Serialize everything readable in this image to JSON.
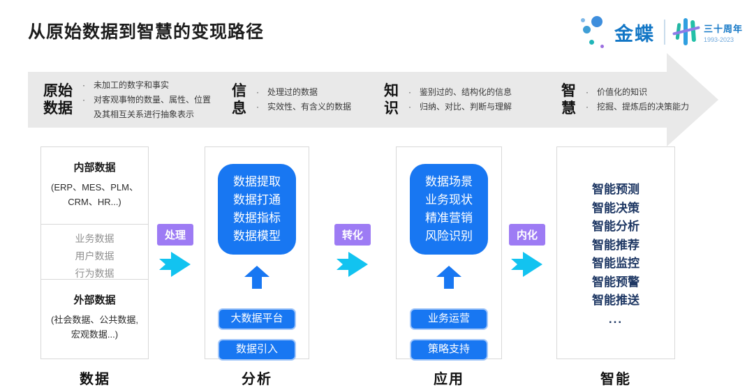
{
  "title": "从原始数据到智慧的变现路径",
  "logo": {
    "brand": "金蝶",
    "anniversary": "三十周年",
    "years": "1993-2023"
  },
  "banner": {
    "stages": [
      {
        "line1": "原始",
        "line2": "数据",
        "bullets": [
          "未加工的数字和事实",
          "对客观事物的数量、属性、位置及其相互关系进行抽象表示"
        ]
      },
      {
        "line1": "信",
        "line2": "息",
        "bullets": [
          "处理过的数据",
          "实效性、有含义的数据"
        ]
      },
      {
        "line1": "知",
        "line2": "识",
        "bullets": [
          "鉴别过的、结构化的信息",
          "归纳、对比、判断与理解"
        ]
      },
      {
        "line1": "智",
        "line2": "慧",
        "bullets": [
          "价值化的知识",
          "挖掘、提炼后的决策能力"
        ]
      }
    ]
  },
  "flow_arrows": [
    {
      "label": "处理"
    },
    {
      "label": "转化"
    },
    {
      "label": "内化"
    }
  ],
  "columns": {
    "data": {
      "internal_title": "内部数据",
      "internal_sub": "(ERP、MES、PLM、CRM、HR...)",
      "middle_items": [
        "业务数据",
        "用户数据",
        "行为数据"
      ],
      "external_title": "外部数据",
      "external_sub": "(社会数据、公共数据, 宏观数据...)",
      "footer": "数据"
    },
    "analysis": {
      "box_lines": [
        "数据提取",
        "数据打通",
        "数据指标",
        "数据模型"
      ],
      "buttons": [
        "大数据平台",
        "数据引入"
      ],
      "footer": "分析"
    },
    "application": {
      "box_lines": [
        "数据场景",
        "业务现状",
        "精准营销",
        "风险识别"
      ],
      "buttons": [
        "业务运营",
        "策略支持"
      ],
      "footer": "应用"
    },
    "intelligence": {
      "items": [
        "智能预测",
        "智能决策",
        "智能分析",
        "智能推荐",
        "智能监控",
        "智能预警",
        "智能推送",
        "..."
      ],
      "footer": "智能"
    }
  },
  "colors": {
    "primary_blue": "#1877F2",
    "cyan_arrow": "#12C3F0",
    "purple_label": "#9D7BF4",
    "navy_text": "#1F3864",
    "banner_gray": "#E9E9E9"
  },
  "bullet_glyph": "·"
}
